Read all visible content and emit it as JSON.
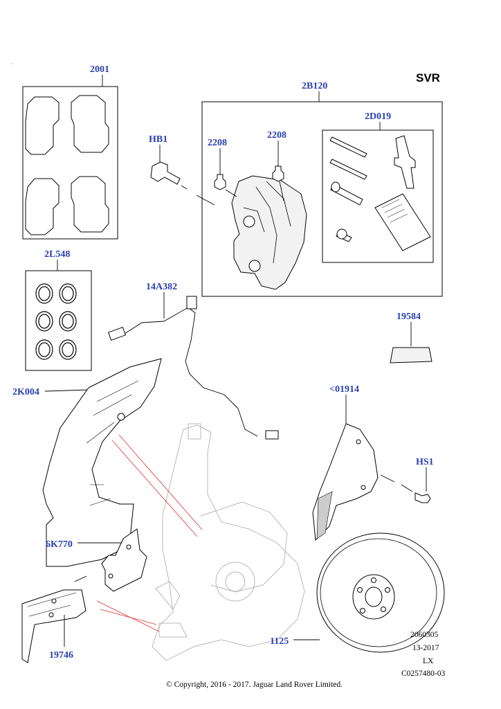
{
  "variant": "SVR",
  "callouts": {
    "c2001": "2001",
    "c2B120": "2B120",
    "c2D019": "2D019",
    "cHB1": "HB1",
    "c2208a": "2208",
    "c2208b": "2208",
    "c2L548": "2L548",
    "c14A382": "14A382",
    "c19584": "19584",
    "c2K004": "2K004",
    "c01914": "<01914",
    "cHS1": "HS1",
    "c6K770": "6K770",
    "c19746": "19746",
    "c1125": "1125"
  },
  "meta": {
    "drawing_no": "2060305",
    "date": "13-2017",
    "model": "LX",
    "ref": "C0257480-03"
  },
  "copyright": "© Copyright, 2016 - 2017. Jaguar Land Rover Limited.",
  "colors": {
    "callout": "#2a3fb0",
    "guide_line": "#e03030"
  }
}
